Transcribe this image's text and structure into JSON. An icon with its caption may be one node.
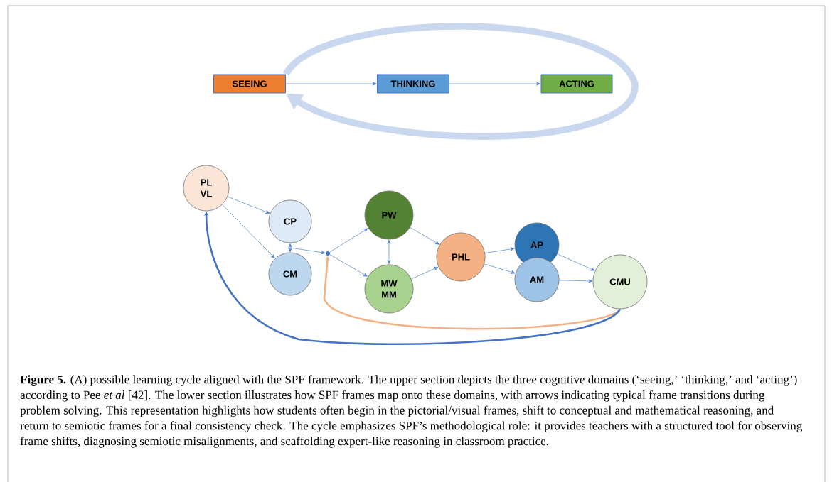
{
  "diagram": {
    "caption": "**Figure 5.** (A) possible learning cycle aligned with the SPF framework. The upper section depicts the three cognitive domains (‘seeing,’ ‘thinking,’ and ‘acting’) according to Pee *et al* [42]. The lower section illustrates how SPF frames map onto these domains, with arrows indicating typical frame transitions during problem solving. This representation highlights how students often begin in the pictorial/visual frames, shift to conceptual and mathematical reasoning, and return to semiotic frames for a final consistency check. The cycle emphasizes SPF’s methodological role: it provides teachers with a structured tool for observing frame shifts, diagnosing semiotic misalignments, and scaffolding expert-like reasoning in classroom practice.",
    "nodes": [
      {
        "text": [
          "SEEING"
        ]
      },
      {
        "text": [
          "THINKING"
        ]
      },
      {
        "text": [
          "ACTING"
        ]
      },
      {
        "text": [
          "PL VL"
        ]
      },
      {
        "text": [
          "CP"
        ]
      },
      {
        "text": [
          "CM"
        ]
      },
      {
        "text": [],
        "shape": "dot"
      },
      {
        "text": [
          "PW"
        ]
      },
      {
        "text": [
          "MW MM"
        ]
      },
      {
        "text": [
          "PHL"
        ]
      },
      {
        "text": [
          "AP"
        ]
      },
      {
        "text": [
          "AM"
        ]
      },
      {
        "text": [
          "CMU"
        ]
      }
    ],
    "edges": [
      {
        "from": 0,
        "to": 1,
        "arrow": "to"
      },
      {
        "from": 1,
        "to": 2,
        "arrow": "to"
      },
      {
        "from": 0,
        "to": 0,
        "arrow": "to",
        "style": "thick",
        "color": "#c9d8ee"
      },
      {
        "from": 3,
        "to": 4,
        "arrow": "to"
      },
      {
        "from": 3,
        "to": 5,
        "arrow": "to"
      },
      {
        "from": 4,
        "to": 5,
        "arrow": "both"
      },
      {
        "from": 4,
        "to": 6,
        "arrow": "to"
      },
      {
        "from": 5,
        "to": 6,
        "arrow": "to"
      },
      {
        "from": 6,
        "to": 7,
        "arrow": "to"
      },
      {
        "from": 6,
        "to": 8,
        "arrow": "to"
      },
      {
        "from": 7,
        "to": 8,
        "arrow": "both"
      },
      {
        "from": 7,
        "to": 9,
        "arrow": "to"
      },
      {
        "from": 8,
        "to": 9,
        "arrow": "to"
      },
      {
        "from": 9,
        "to": 10,
        "arrow": "to"
      },
      {
        "from": 9,
        "to": 11,
        "arrow": "to"
      },
      {
        "from": 10,
        "to": 12,
        "arrow": "to"
      },
      {
        "from": 11,
        "to": 12,
        "arrow": "to"
      },
      {
        "from": 12,
        "to": 6,
        "arrow": "to",
        "style": "thick",
        "color": "#f4b183"
      },
      {
        "from": 12,
        "to": 3,
        "arrow": "to",
        "style": "thick",
        "color": "#4472c4"
      }
    ]
  }
}
